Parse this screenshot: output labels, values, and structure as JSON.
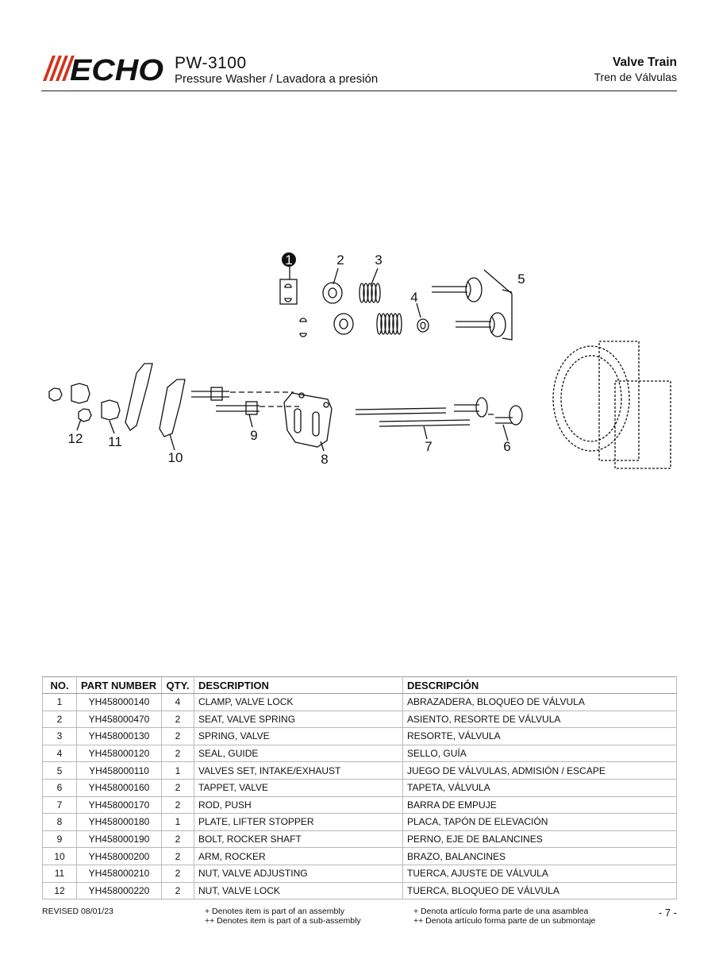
{
  "header": {
    "brand": "ECHO",
    "model": "PW-3100",
    "subtitle": "Pressure Washer / Lavadora a presión",
    "section_title": "Valve Train",
    "section_subtitle": "Tren de Válvulas"
  },
  "diagram": {
    "callouts": [
      "1",
      "2",
      "3",
      "4",
      "5",
      "6",
      "7",
      "8",
      "9",
      "10",
      "11",
      "12"
    ]
  },
  "table": {
    "headers": [
      "NO.",
      "PART NUMBER",
      "QTY.",
      "DESCRIPTION",
      "DESCRIPCIÓN"
    ],
    "rows": [
      [
        "1",
        "YH458000140",
        "4",
        "CLAMP, VALVE LOCK",
        "ABRAZADERA, BLOQUEO DE VÁLVULA"
      ],
      [
        "2",
        "YH458000470",
        "2",
        "SEAT, VALVE SPRING",
        "ASIENTO, RESORTE DE VÁLVULA"
      ],
      [
        "3",
        "YH458000130",
        "2",
        "SPRING, VALVE",
        "RESORTE, VÁLVULA"
      ],
      [
        "4",
        "YH458000120",
        "2",
        "SEAL, GUIDE",
        "SELLO, GUÍA"
      ],
      [
        "5",
        "YH458000110",
        "1",
        "VALVES SET, INTAKE/EXHAUST",
        "JUEGO DE VÁLVULAS, ADMISIÓN / ESCAPE"
      ],
      [
        "6",
        "YH458000160",
        "2",
        "TAPPET, VALVE",
        "TAPETA, VÁLVULA"
      ],
      [
        "7",
        "YH458000170",
        "2",
        "ROD, PUSH",
        "BARRA DE EMPUJE"
      ],
      [
        "8",
        "YH458000180",
        "1",
        "PLATE, LIFTER STOPPER",
        "PLACA, TAPÓN DE ELEVACIÓN"
      ],
      [
        "9",
        "YH458000190",
        "2",
        "BOLT, ROCKER SHAFT",
        "PERNO, EJE DE BALANCINES"
      ],
      [
        "10",
        "YH458000200",
        "2",
        "ARM, ROCKER",
        "BRAZO, BALANCINES"
      ],
      [
        "11",
        "YH458000210",
        "2",
        "NUT, VALVE ADJUSTING",
        "TUERCA, AJUSTE DE VÁLVULA"
      ],
      [
        "12",
        "YH458000220",
        "2",
        "NUT, VALVE LOCK",
        "TUERCA, BLOQUEO DE VÁLVULA"
      ]
    ]
  },
  "footer": {
    "revised": "REVISED 08/01/23",
    "note_assembly_en": "+ Denotes item is part of an assembly",
    "note_subassembly_en": "++ Denotes item is part of a sub-assembly",
    "note_assembly_es": "+ Denota artículo forma parte de una asamblea",
    "note_subassembly_es": "++ Denota artículo forma parte de un submontaje",
    "page_number": "- 7 -"
  }
}
